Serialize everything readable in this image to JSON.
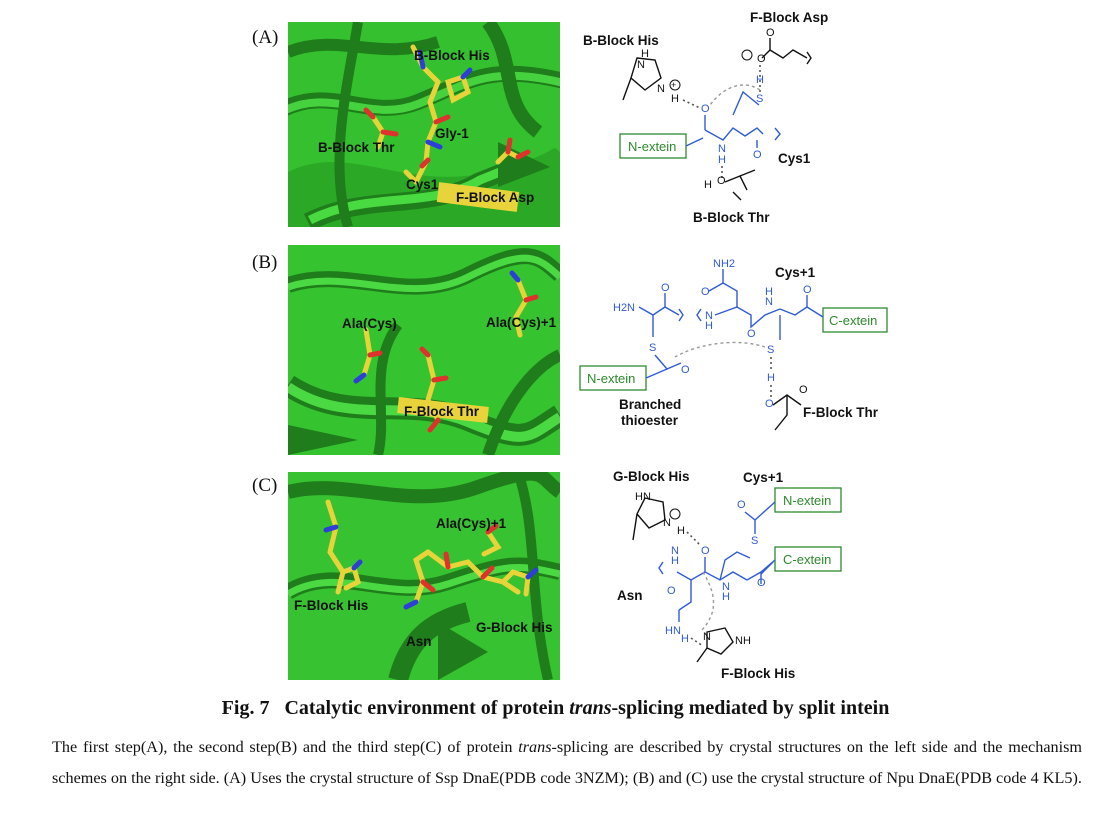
{
  "panels": [
    {
      "letter": "(A)",
      "structure_labels": {
        "b_block_his": "B-Block His",
        "gly": "Gly-1",
        "b_block_thr": "B-Block Thr",
        "cys": "Cys1",
        "f_block_asp": "F-Block Asp"
      },
      "scheme_labels": {
        "b_block_his": "B-Block His",
        "f_block_asp": "F-Block Asp",
        "n_extein": "N-extein",
        "cys": "Cys1",
        "b_block_thr": "B-Block Thr"
      }
    },
    {
      "letter": "(B)",
      "structure_labels": {
        "ala_cys": "Ala(Cys)",
        "ala_cys_1": "Ala(Cys)+1",
        "f_block_thr": "F-Block Thr"
      },
      "scheme_labels": {
        "nh2": "NH2",
        "cys_plus1": "Cys+1",
        "h2n": "H2N",
        "c_extein": "C-extein",
        "n_extein": "N-extein",
        "branched": "Branched",
        "thioester": "thioester",
        "f_block_thr": "F-Block Thr"
      }
    },
    {
      "letter": "(C)",
      "structure_labels": {
        "ala_cys_1": "Ala(Cys)+1",
        "f_block_his": "F-Block His",
        "asn": "Asn",
        "g_block_his": "G-Block His"
      },
      "scheme_labels": {
        "g_block_his": "G-Block His",
        "cys_plus1": "Cys+1",
        "n_extein": "N-extein",
        "c_extein": "C-extein",
        "asn": "Asn",
        "f_block_his": "F-Block His"
      }
    }
  ],
  "caption": {
    "fig_label": "Fig. 7",
    "title_pre": "Catalytic environment of protein ",
    "title_italic": "trans",
    "title_post": "-splicing mediated by split intein",
    "body_1": "The first step(A), the second step(B) and the third step(C) of protein ",
    "body_italic": "trans",
    "body_2": "-splicing are described by crystal structures on the left side and the mechanism schemes on the right side. (A) Uses the crystal structure of Ssp DnaE(PDB code 3NZM); (B) and (C) use the crystal structure of Npu DnaE(PDB code 4 KL5)."
  },
  "colors": {
    "ribbon": "#2fb82a",
    "ribbon_dark": "#1f7d1b",
    "stick": "#e8d43a",
    "oxygen": "#e0322c",
    "nitrogen": "#2d3fd6",
    "scheme_blue": "#2f5bd3",
    "extein_green": "#2c8a2c"
  }
}
